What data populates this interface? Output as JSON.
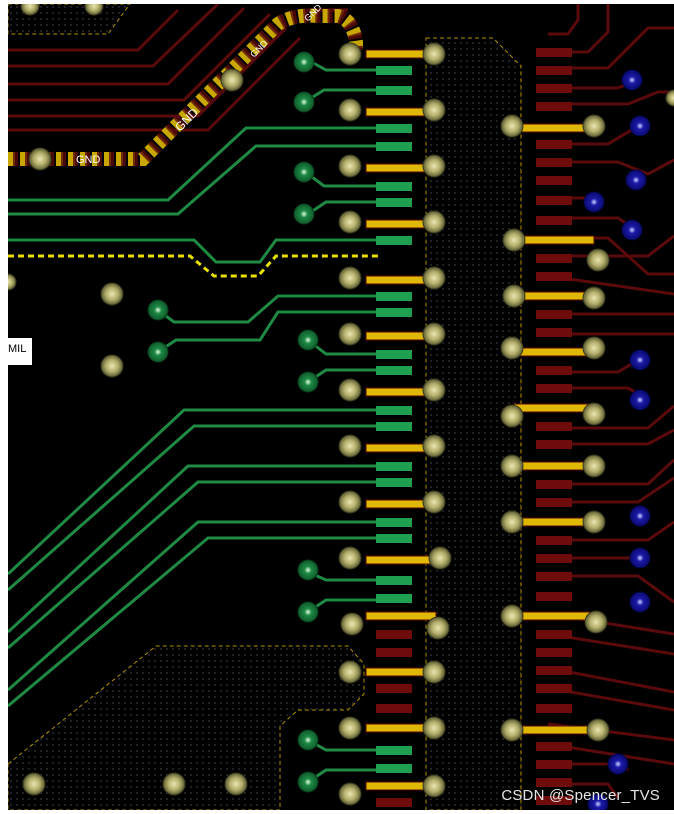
{
  "labels": {
    "gnd_top_1": "GND",
    "gnd_top_2": "GND",
    "gnd_diag": "GND",
    "gnd_left": "GND",
    "mil": "MIL"
  },
  "watermark": "CSDN @Spencer_TVS",
  "colors": {
    "background": "#000000",
    "green_trace": "#1e8a44",
    "red_trace": "#5a0a0a",
    "via_pad": "#6b6b3f",
    "gnd_hatch": "#c8a800",
    "pad_yellow": "#e0b800",
    "blue_via": "#2020a0"
  }
}
